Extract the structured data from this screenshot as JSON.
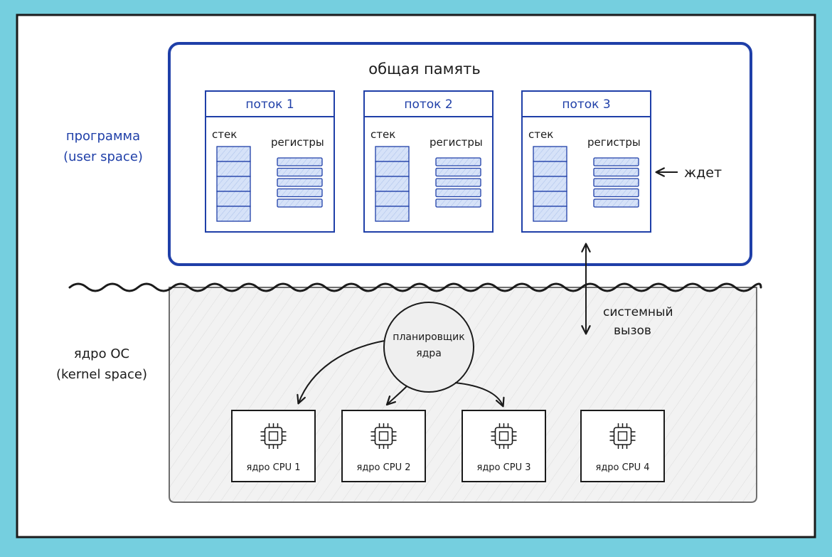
{
  "colors": {
    "background": "#75cfdf",
    "paper": "#ffffff",
    "ink": "#1b1b1b",
    "accent": "#1f3fa8",
    "fill_blue": "#cfdcf6",
    "kernel_fill": "#f1f1f1",
    "kernel_stroke": "#6e6e6e"
  },
  "user_space": {
    "label_line1": "программа",
    "label_line2": "(user space)",
    "title": "общая память"
  },
  "threads": [
    {
      "name": "поток 1",
      "stack_label": "стек",
      "registers_label": "регистры"
    },
    {
      "name": "поток 2",
      "stack_label": "стек",
      "registers_label": "регистры"
    },
    {
      "name": "поток 3",
      "stack_label": "стек",
      "registers_label": "регистры"
    }
  ],
  "waiting_label": "ждет",
  "syscall": {
    "line1": "системный",
    "line2": "вызов"
  },
  "kernel_space": {
    "label_line1": "ядро ОС",
    "label_line2": "(kernel space)",
    "scheduler_line1": "планировщик",
    "scheduler_line2": "ядра"
  },
  "cpus": [
    {
      "label": "ядро CPU 1",
      "icon": "cpu-chip-icon"
    },
    {
      "label": "ядро CPU 2",
      "icon": "cpu-chip-icon"
    },
    {
      "label": "ядро CPU 3",
      "icon": "cpu-chip-icon"
    },
    {
      "label": "ядро CPU 4",
      "icon": "cpu-chip-icon"
    }
  ]
}
